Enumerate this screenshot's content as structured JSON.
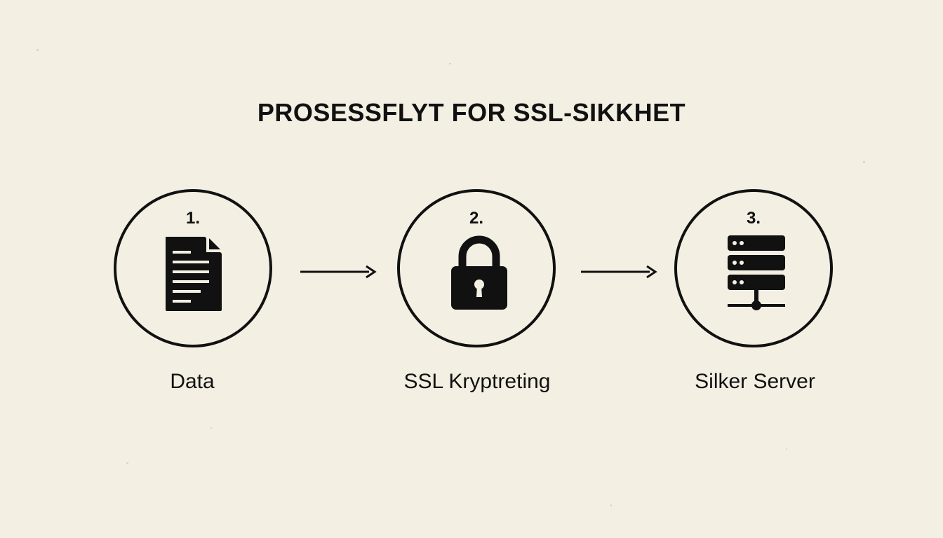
{
  "title": "PROSESSFLYT FOR SSL-SIKKHET",
  "steps": [
    {
      "number": "1.",
      "icon": "document-icon",
      "label": "Data"
    },
    {
      "number": "2.",
      "icon": "padlock-icon",
      "label": "SSL Kryptreting"
    },
    {
      "number": "3.",
      "icon": "server-icon",
      "label": "Silker Server"
    }
  ],
  "colors": {
    "background": "#f3efe3",
    "ink": "#111111"
  }
}
